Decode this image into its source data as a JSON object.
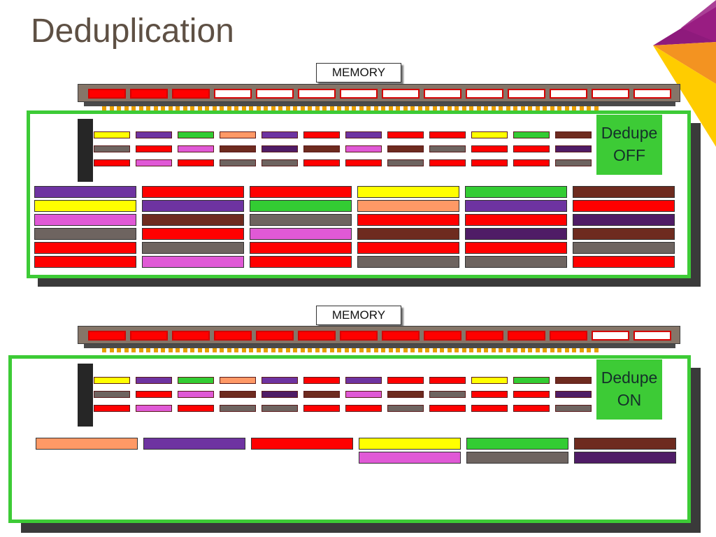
{
  "slide": {
    "title": "Deduplication"
  },
  "colors": {
    "red": "#ff0000",
    "purple": "#6e33a1",
    "green": "#33cc33",
    "yellow": "#ffff00",
    "salmon": "#ff9966",
    "darkpurple": "#4f1c66",
    "brown": "#6e2b1f",
    "gray": "#6e6460",
    "magenta": "#e059d6",
    "accent": "#3dcb36"
  },
  "panels": [
    {
      "memory_label": "MEMORY",
      "dedupe_line1": "Dedupe",
      "dedupe_line2": "OFF",
      "memory_slots": [
        1,
        1,
        1,
        0,
        0,
        0,
        0,
        0,
        0,
        0,
        0,
        0,
        0,
        0
      ],
      "grid": [
        [
          "yellow",
          "purple",
          "green",
          "salmon",
          "purple",
          "red",
          "purple",
          "red",
          "red",
          "yellow",
          "green",
          "brown"
        ],
        [
          "gray",
          "red",
          "magenta",
          "brown",
          "darkpurple",
          "brown",
          "magenta",
          "brown",
          "gray",
          "red",
          "red",
          "darkpurple"
        ],
        [
          "red",
          "magenta",
          "red",
          "gray",
          "gray",
          "red",
          "red",
          "gray",
          "red",
          "red",
          "red",
          "gray"
        ]
      ],
      "chunks": [
        [
          "purple",
          "yellow",
          "magenta",
          "gray",
          "red",
          "red"
        ],
        [
          "red",
          "purple",
          "brown",
          "red",
          "gray",
          "magenta"
        ],
        [
          "red",
          "green",
          "gray",
          "magenta",
          "red",
          "red"
        ],
        [
          "yellow",
          "salmon",
          "red",
          "brown",
          "red",
          "gray"
        ],
        [
          "green",
          "purple",
          "red",
          "darkpurple",
          "red",
          "gray"
        ],
        [
          "brown",
          "red",
          "darkpurple",
          "brown",
          "gray",
          "red"
        ]
      ]
    },
    {
      "memory_label": "MEMORY",
      "dedupe_line1": "Dedupe",
      "dedupe_line2": "ON",
      "memory_slots": [
        1,
        1,
        1,
        1,
        1,
        1,
        1,
        1,
        1,
        1,
        1,
        1,
        0,
        0
      ],
      "grid": [
        [
          "yellow",
          "purple",
          "green",
          "salmon",
          "purple",
          "red",
          "purple",
          "red",
          "red",
          "yellow",
          "green",
          "brown"
        ],
        [
          "gray",
          "red",
          "magenta",
          "brown",
          "darkpurple",
          "brown",
          "magenta",
          "brown",
          "gray",
          "red",
          "red",
          "darkpurple"
        ],
        [
          "red",
          "magenta",
          "red",
          "gray",
          "gray",
          "red",
          "red",
          "gray",
          "red",
          "red",
          "red",
          "gray"
        ]
      ],
      "chunks": [
        [
          "salmon"
        ],
        [
          "purple"
        ],
        [
          "red"
        ],
        [
          "yellow",
          "magenta"
        ],
        [
          "green",
          "gray"
        ],
        [
          "brown",
          "darkpurple"
        ]
      ]
    }
  ]
}
